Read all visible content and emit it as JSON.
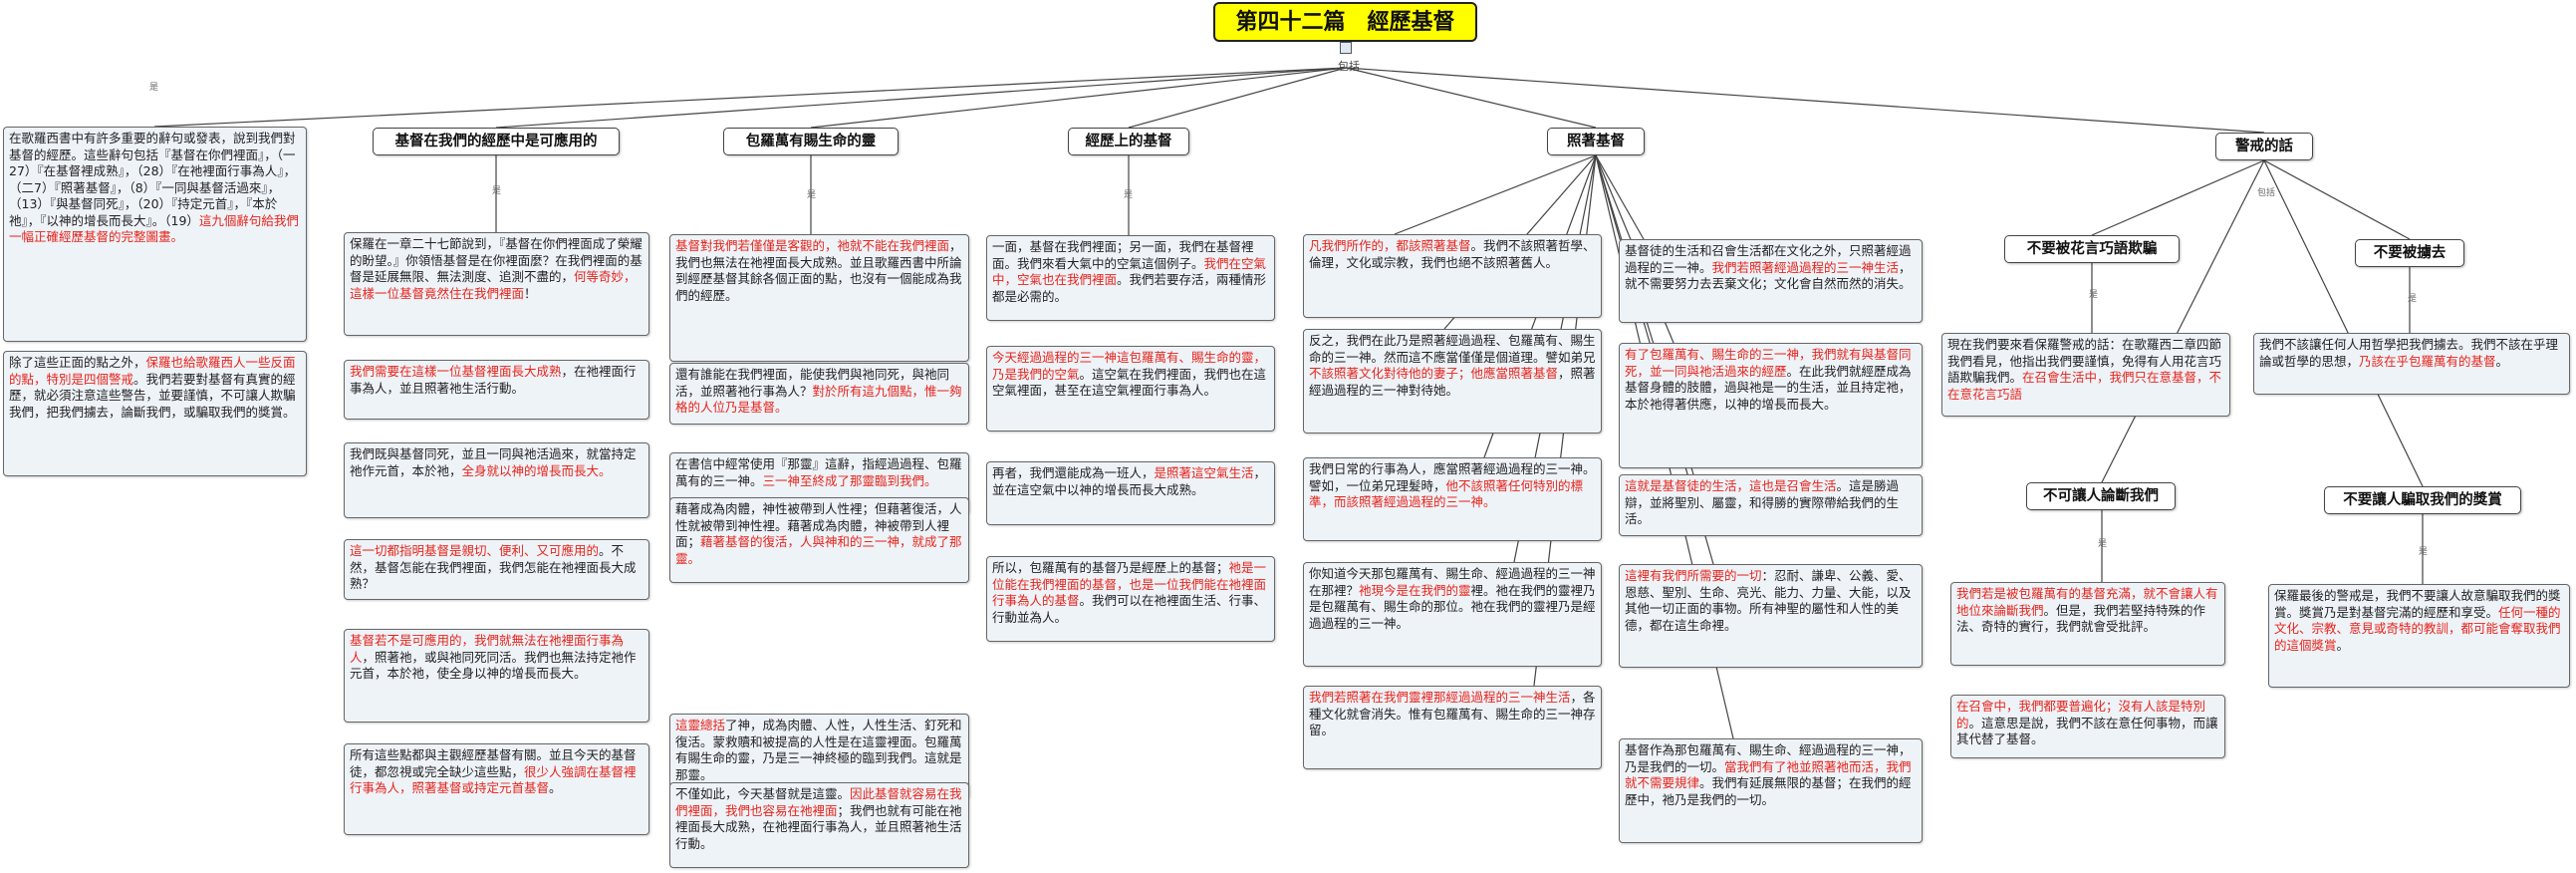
{
  "title": "第四十二篇　經歷基督",
  "hub_label": "包括",
  "small_label": "是",
  "intro": [
    {
      "t": "在歌羅西書中有許多重要的辭句或發表，說到我們對基督的經歷。這些辭句包括『基督在你們裡面』，（一27）『在基督裡成熟』，（28）『在祂裡面行事為人』，（二7）『照著基督』，（8）『一同與基督活過來』，（13）『與基督同死』，（20）『持定元首』，『本於祂』，『以神的增長而長大』。（19）"
    },
    {
      "t": "這九個辭句給我們一幅正確經歷基督的完整圖畫。",
      "r": true
    }
  ],
  "intro2": [
    {
      "t": "除了這些正面的點之外，"
    },
    {
      "t": "保羅也給歌羅西人一些反面的點，特別是四個警戒",
      "r": true
    },
    {
      "t": "。我們若要對基督有真實的經歷，就必須注意這些警告，並要謹慎，不可讓人欺騙我們，把我們擄去，論斷我們，或騙取我們的獎賞。"
    }
  ],
  "topics": {
    "t1": "基督在我們的經歷中是可應用的",
    "t2": "包羅萬有賜生命的靈",
    "t3": "經歷上的基督",
    "t4": "照著基督",
    "t5": "警戒的話",
    "w1": "不要被花言巧語欺騙",
    "w2": "不要被擄去",
    "w3": "不可讓人論斷我們",
    "w4": "不要讓人騙取我們的獎賞"
  },
  "c1": [
    [
      {
        "t": "保羅在一章二十七節說到，『基督在你們裡面成了榮耀的盼望。』你領悟基督是在你裡面麼？在我們裡面的基督是延展無限、無法測度、追測不盡的，"
      },
      {
        "t": "何等奇妙，這樣一位基督竟然住在我們裡面",
        "r": true
      },
      {
        "t": "！"
      }
    ],
    [
      {
        "t": "我們需要在這樣一位基督裡面長大成熟",
        "r": true
      },
      {
        "t": "，在祂裡面行事為人，並且照著祂生活行動。"
      }
    ],
    [
      {
        "t": "我們既與基督同死，並且一同與祂活過來，就當持定祂作元首，本於祂，"
      },
      {
        "t": "全身就以神的增長而長大。",
        "r": true
      }
    ],
    [
      {
        "t": "這一切都指明基督是親切、便利、又可應用的",
        "r": true
      },
      {
        "t": "。不然，基督怎能在我們裡面，我們怎能在祂裡面長大成熟？"
      }
    ],
    [
      {
        "t": "基督若不是可應用的，我們就無法在祂裡面行事為人",
        "r": true
      },
      {
        "t": "，照著祂，或與祂同死同活。我們也無法持定祂作元首，本於祂，使全身以神的增長而長大。"
      }
    ],
    [
      {
        "t": "所有這些點都與主觀經歷基督有關。並且今天的基督徒，都忽視或完全缺少這些點，"
      },
      {
        "t": "很少人強調在基督裡行事為人，照著基督或持定元首基督",
        "r": true
      },
      {
        "t": "。"
      }
    ]
  ],
  "c2": [
    [
      {
        "t": "基督對我們若僅僅是客觀的，祂就不能在我們裡面",
        "r": true
      },
      {
        "t": "，我們也無法在祂裡面長大成熟。並且歌羅西書中所論到經歷基督其餘各個正面的點，也沒有一個能成為我們的經歷。"
      }
    ],
    [
      {
        "t": "還有誰能在我們裡面，能使我們與祂同死，與祂同活，並照著祂行事為人？"
      },
      {
        "t": "對於所有這九個點，惟一夠格的人位乃是基督。",
        "r": true
      }
    ],
    [
      {
        "t": "在書信中經常使用『那靈』這辭，指經過過程、包羅萬有的三一神。"
      },
      {
        "t": "三一神至終成了那靈臨到我們。",
        "r": true
      }
    ],
    [
      {
        "t": "藉著成為肉體，神性被帶到人性裡；但藉著復活，人性就被帶到神性裡。藉著成為肉體，神被帶到人裡面；"
      },
      {
        "t": "藉著基督的復活，人與神和的三一神，就成了那靈。",
        "r": true
      }
    ],
    [
      {
        "t": "這靈總括",
        "r": true
      },
      {
        "t": "了神，成為肉體、人性，人性生活、釘死和復活。蒙救贖和被提高的人性是在這靈裡面。包羅萬有賜生命的靈，乃是三一神終極的臨到我們。這就是那靈。"
      }
    ],
    [
      {
        "t": "不僅如此，今天基督就是這靈。"
      },
      {
        "t": "因此基督就容易在我們裡面，我們也容易在祂裡面",
        "r": true
      },
      {
        "t": "；我們也就有可能在祂裡面長大成熟，在祂裡面行事為人，並且照著祂生活行動。"
      }
    ]
  ],
  "c3": [
    [
      {
        "t": "一面，基督在我們裡面；另一面，我們在基督裡面。我們來看大氣中的空氣這個例子。"
      },
      {
        "t": "我們在空氣中，空氣也在我們裡面",
        "r": true
      },
      {
        "t": "。我們若要存活，兩種情形都是必需的。"
      }
    ],
    [
      {
        "t": "今天經過過程的三一神這包羅萬有、賜生命的靈，乃是我們的空氣",
        "r": true
      },
      {
        "t": "。這空氣在我們裡面，我們也在這空氣裡面，甚至在這空氣裡面行事為人。"
      }
    ],
    [
      {
        "t": "再者，我們還能成為一班人，"
      },
      {
        "t": "是照著這空氣生活",
        "r": true
      },
      {
        "t": "，並在這空氣中以神的增長而長大成熟。"
      }
    ],
    [
      {
        "t": "所以，包羅萬有的基督乃是經歷上的基督；"
      },
      {
        "t": "祂是一位能在我們裡面的基督，也是一位我們能在祂裡面行事為人的基督",
        "r": true
      },
      {
        "t": "。我們可以在祂裡面生活、行事、行動並為人。"
      }
    ]
  ],
  "c4a": [
    [
      {
        "t": "凡我們所作的，都該照著基督",
        "r": true
      },
      {
        "t": "。我們不該照著哲學、倫理，文化或宗教，我們也絕不該照著舊人。"
      }
    ],
    [
      {
        "t": "反之，我們在此乃是照著經過過程、包羅萬有、賜生命的三一神。然而這不應當僅僅是個道理。譬如弟兄"
      },
      {
        "t": "不該照著文化對待他的妻子；他應當照著基督",
        "r": true
      },
      {
        "t": "，照著經過過程的三一神對待她。"
      }
    ],
    [
      {
        "t": "我們日常的行事為人，應當照著經過過程的三一神。譬如，一位弟兄理髮時，"
      },
      {
        "t": "他不該照著任何特別的標準，而該照著經過過程的三一神。",
        "r": true
      }
    ],
    [
      {
        "t": "你知道今天那包羅萬有、賜生命、經過過程的三一神在那裡？"
      },
      {
        "t": "祂現今是在我們的靈",
        "r": true
      },
      {
        "t": "裡。祂在我們的靈裡乃是包羅萬有、賜生命的那位。祂在我們的靈裡乃是經過過程的三一神。"
      }
    ],
    [
      {
        "t": "我們若照著在我們靈裡那經過過程的三一神生活",
        "r": true
      },
      {
        "t": "，各種文化就會消失。惟有包羅萬有、賜生命的三一神存留。"
      }
    ]
  ],
  "c4b": [
    [
      {
        "t": "基督徒的生活和召會生活都在文化之外，只照著經過過程的三一神。"
      },
      {
        "t": "我們若照著經過過程的三一神生活",
        "r": true
      },
      {
        "t": "，就不需要努力去丟棄文化；文化會自然而然的消失。"
      }
    ],
    [
      {
        "t": "有了包羅萬有、賜生命的三一神，我們就有與基督同死，並一同與祂活過來的經歷",
        "r": true
      },
      {
        "t": "。在此我們就經歷成為基督身體的肢體，過與祂是一的生活，並且持定祂，本於祂得著供應，以神的增長而長大。"
      }
    ],
    [
      {
        "t": "這就是基督徒的生活，這也是召會生活",
        "r": true
      },
      {
        "t": "。這是勝過辯，並將聖別、屬靈，和得勝的實際帶給我們的生活。"
      }
    ],
    [
      {
        "t": "這裡有我們所需要的一切",
        "r": true
      },
      {
        "t": "：忍耐、謙卑、公義、愛、恩慈、聖別、生命、亮光、能力、力量、大能，以及其他一切正面的事物。所有神聖的屬性和人性的美德，都在這生命裡。"
      }
    ],
    [
      {
        "t": "基督作為那包羅萬有、賜生命、經過過程的三一神，乃是我們的一切。"
      },
      {
        "t": "當我們有了祂並照著祂而活，我們就不需要規律",
        "r": true
      },
      {
        "t": "。我們有延展無限的基督；在我們的經歷中，祂乃是我們的一切。"
      }
    ]
  ],
  "c5": {
    "w1": [
      {
        "t": "現在我們要來看保羅警戒的話：在歌羅西二章四節我們看見，他指出我們要謹慎，免得有人用花言巧語欺騙我們。"
      },
      {
        "t": "在召會生活中，我們只在意基督，不在意花言巧語",
        "r": true
      }
    ],
    "w2": [
      {
        "t": "我們不該讓任何人用哲學把我們擄去。我們不該在乎理論或哲學的思想，"
      },
      {
        "t": "乃該在乎包羅萬有的基督",
        "r": true
      },
      {
        "t": "。"
      }
    ],
    "w3a": [
      {
        "t": "我們若是被包羅萬有的基督充滿，就不會讓人有地位來論斷我們",
        "r": true
      },
      {
        "t": "。但是，我們若堅持特殊的作法、奇特的實行，我們就會受批評。"
      }
    ],
    "w3b": [
      {
        "t": "在召會中，我們都要普遍化；沒有人該是特別的",
        "r": true
      },
      {
        "t": "。這意思是說，我們不該在意任何事物，而讓其代替了基督。"
      }
    ],
    "w4": [
      {
        "t": "保羅最後的警戒是，我們不要讓人故意騙取我們的獎賞。獎賞乃是對基督完滿的經歷和享受。"
      },
      {
        "t": "任何一種的文化、宗教、意見或奇特的教訓，都可能會奪取我們的這個獎賞",
        "r": true
      },
      {
        "t": "。"
      }
    ]
  },
  "colors": {
    "title_bg": "#ffff00",
    "note_bg": "#eef3f8",
    "highlight": "#e8241b",
    "line": "#444444"
  }
}
